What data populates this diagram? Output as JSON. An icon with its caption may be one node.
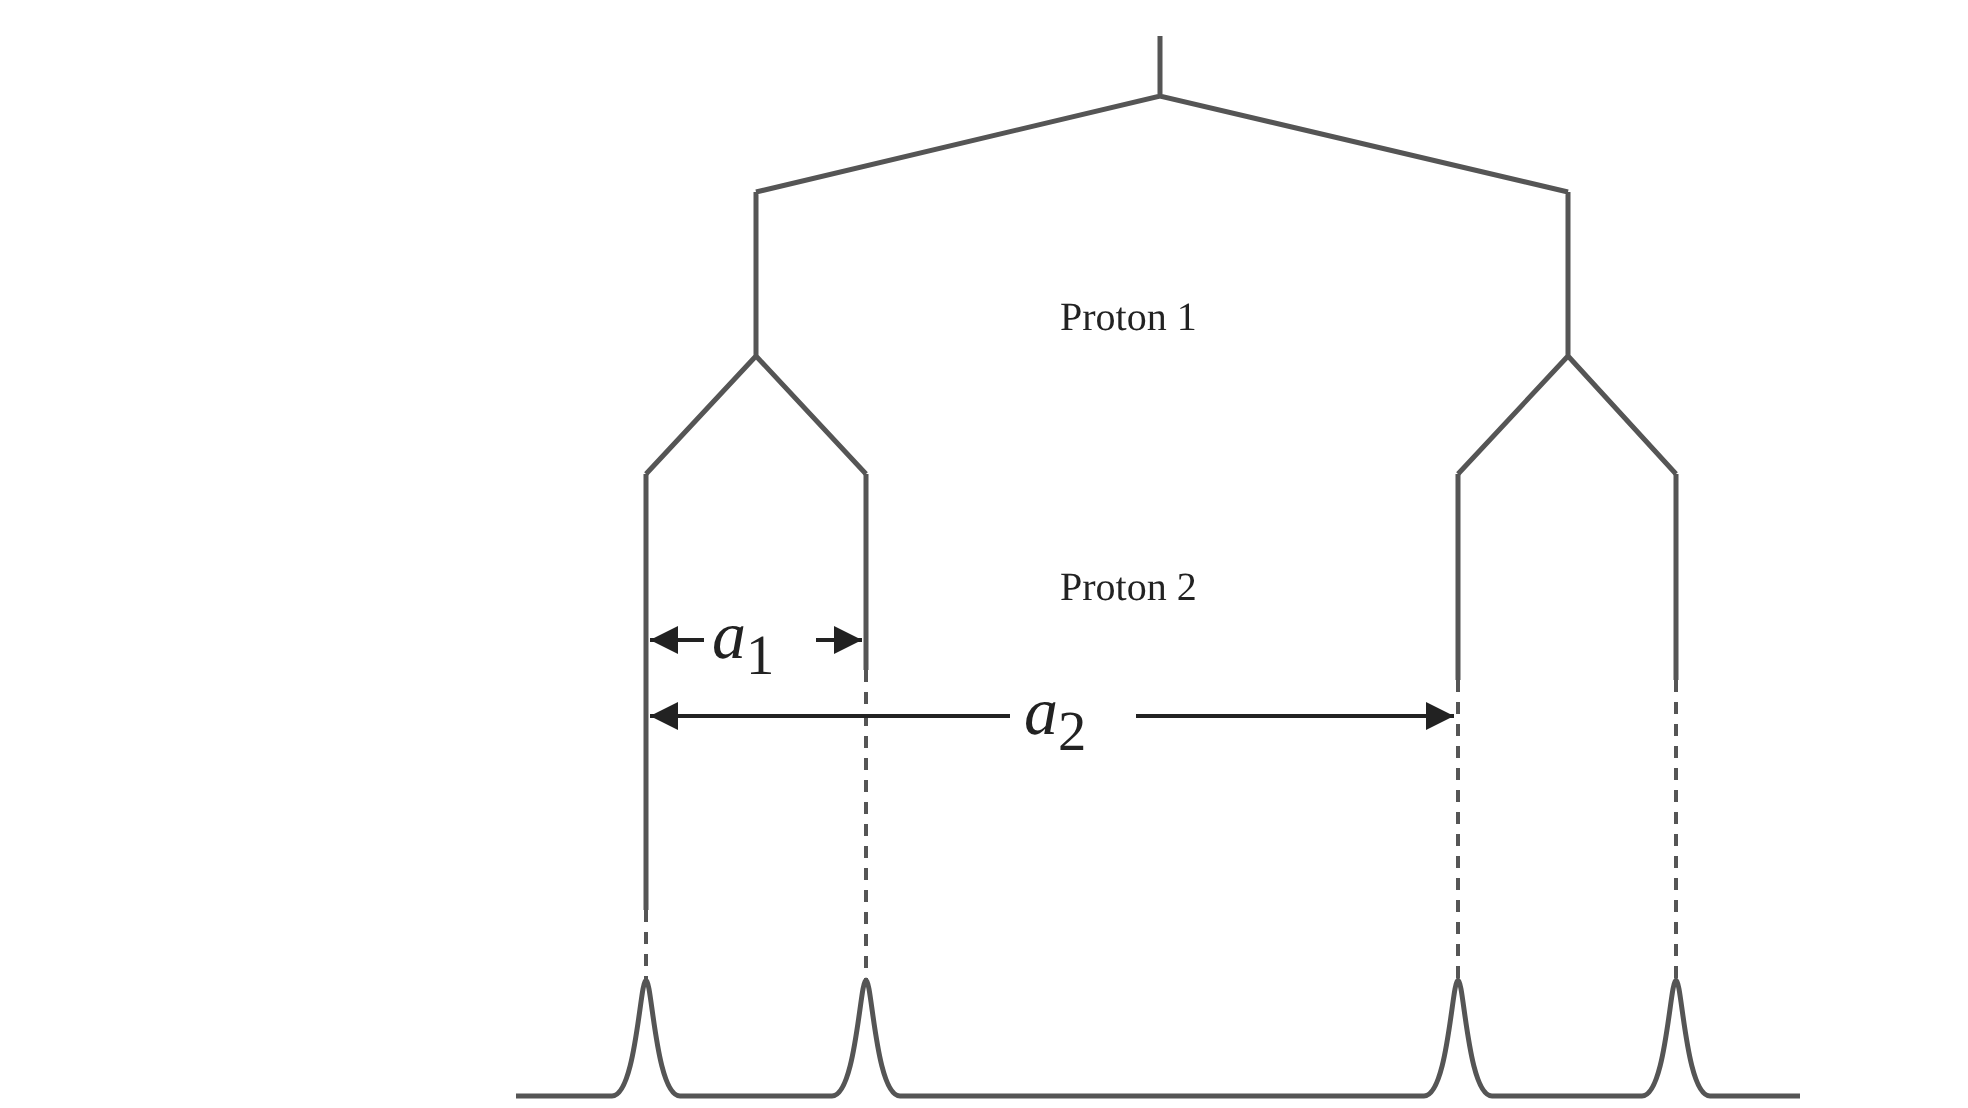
{
  "diagram": {
    "labels": [
      "Proton 1",
      "Proton 2",
      "*a*$_{1}$",
      "*a*$_{2}$"
    ]
  }
}
